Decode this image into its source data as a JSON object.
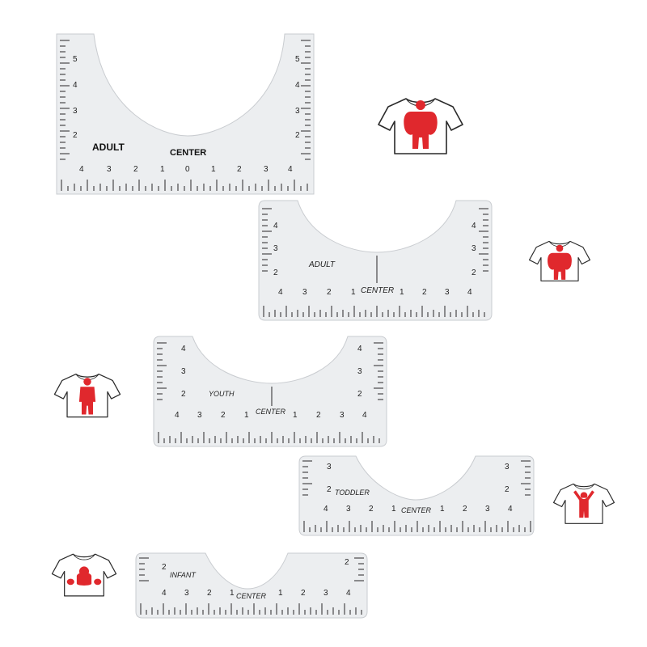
{
  "rulers": [
    {
      "id": "adult-large",
      "label": "ADULT",
      "center_label": "CENTER",
      "left_numbers": [
        "4",
        "3",
        "2",
        "1"
      ],
      "zero": "0",
      "right_numbers": [
        "1",
        "2",
        "3",
        "4"
      ],
      "side_numbers": [
        "2",
        "3",
        "4",
        "5"
      ]
    },
    {
      "id": "adult",
      "label": "ADULT",
      "center_label": "CENTER",
      "left_numbers": [
        "4",
        "3",
        "2",
        "1"
      ],
      "right_numbers": [
        "1",
        "2",
        "3",
        "4"
      ],
      "side_numbers": [
        "2",
        "3",
        "4"
      ]
    },
    {
      "id": "youth",
      "label": "YOUTH",
      "center_label": "CENTER",
      "left_numbers": [
        "4",
        "3",
        "2",
        "1"
      ],
      "right_numbers": [
        "1",
        "2",
        "3",
        "4"
      ],
      "side_numbers": [
        "2",
        "3",
        "4"
      ]
    },
    {
      "id": "toddler",
      "label": "TODDLER",
      "center_label": "CENTER",
      "left_numbers": [
        "4",
        "3",
        "2",
        "1"
      ],
      "right_numbers": [
        "1",
        "2",
        "3",
        "4"
      ],
      "side_numbers": [
        "2",
        "3"
      ]
    },
    {
      "id": "infant",
      "label": "INFANT",
      "center_label": "CENTER",
      "left_numbers": [
        "4",
        "3",
        "2",
        "1"
      ],
      "right_numbers": [
        "1",
        "2",
        "3",
        "4"
      ],
      "side_numbers": [
        "2"
      ]
    }
  ],
  "shirts": [
    {
      "id": "adult-large",
      "figure": "adult-figure"
    },
    {
      "id": "adult",
      "figure": "adult-figure"
    },
    {
      "id": "youth",
      "figure": "youth-figure"
    },
    {
      "id": "toddler",
      "figure": "toddler-figure"
    },
    {
      "id": "infant",
      "figure": "infant-figure"
    }
  ],
  "colors": {
    "figure": "#e0282d",
    "ruler": "#eceef0",
    "ink": "#222222"
  }
}
